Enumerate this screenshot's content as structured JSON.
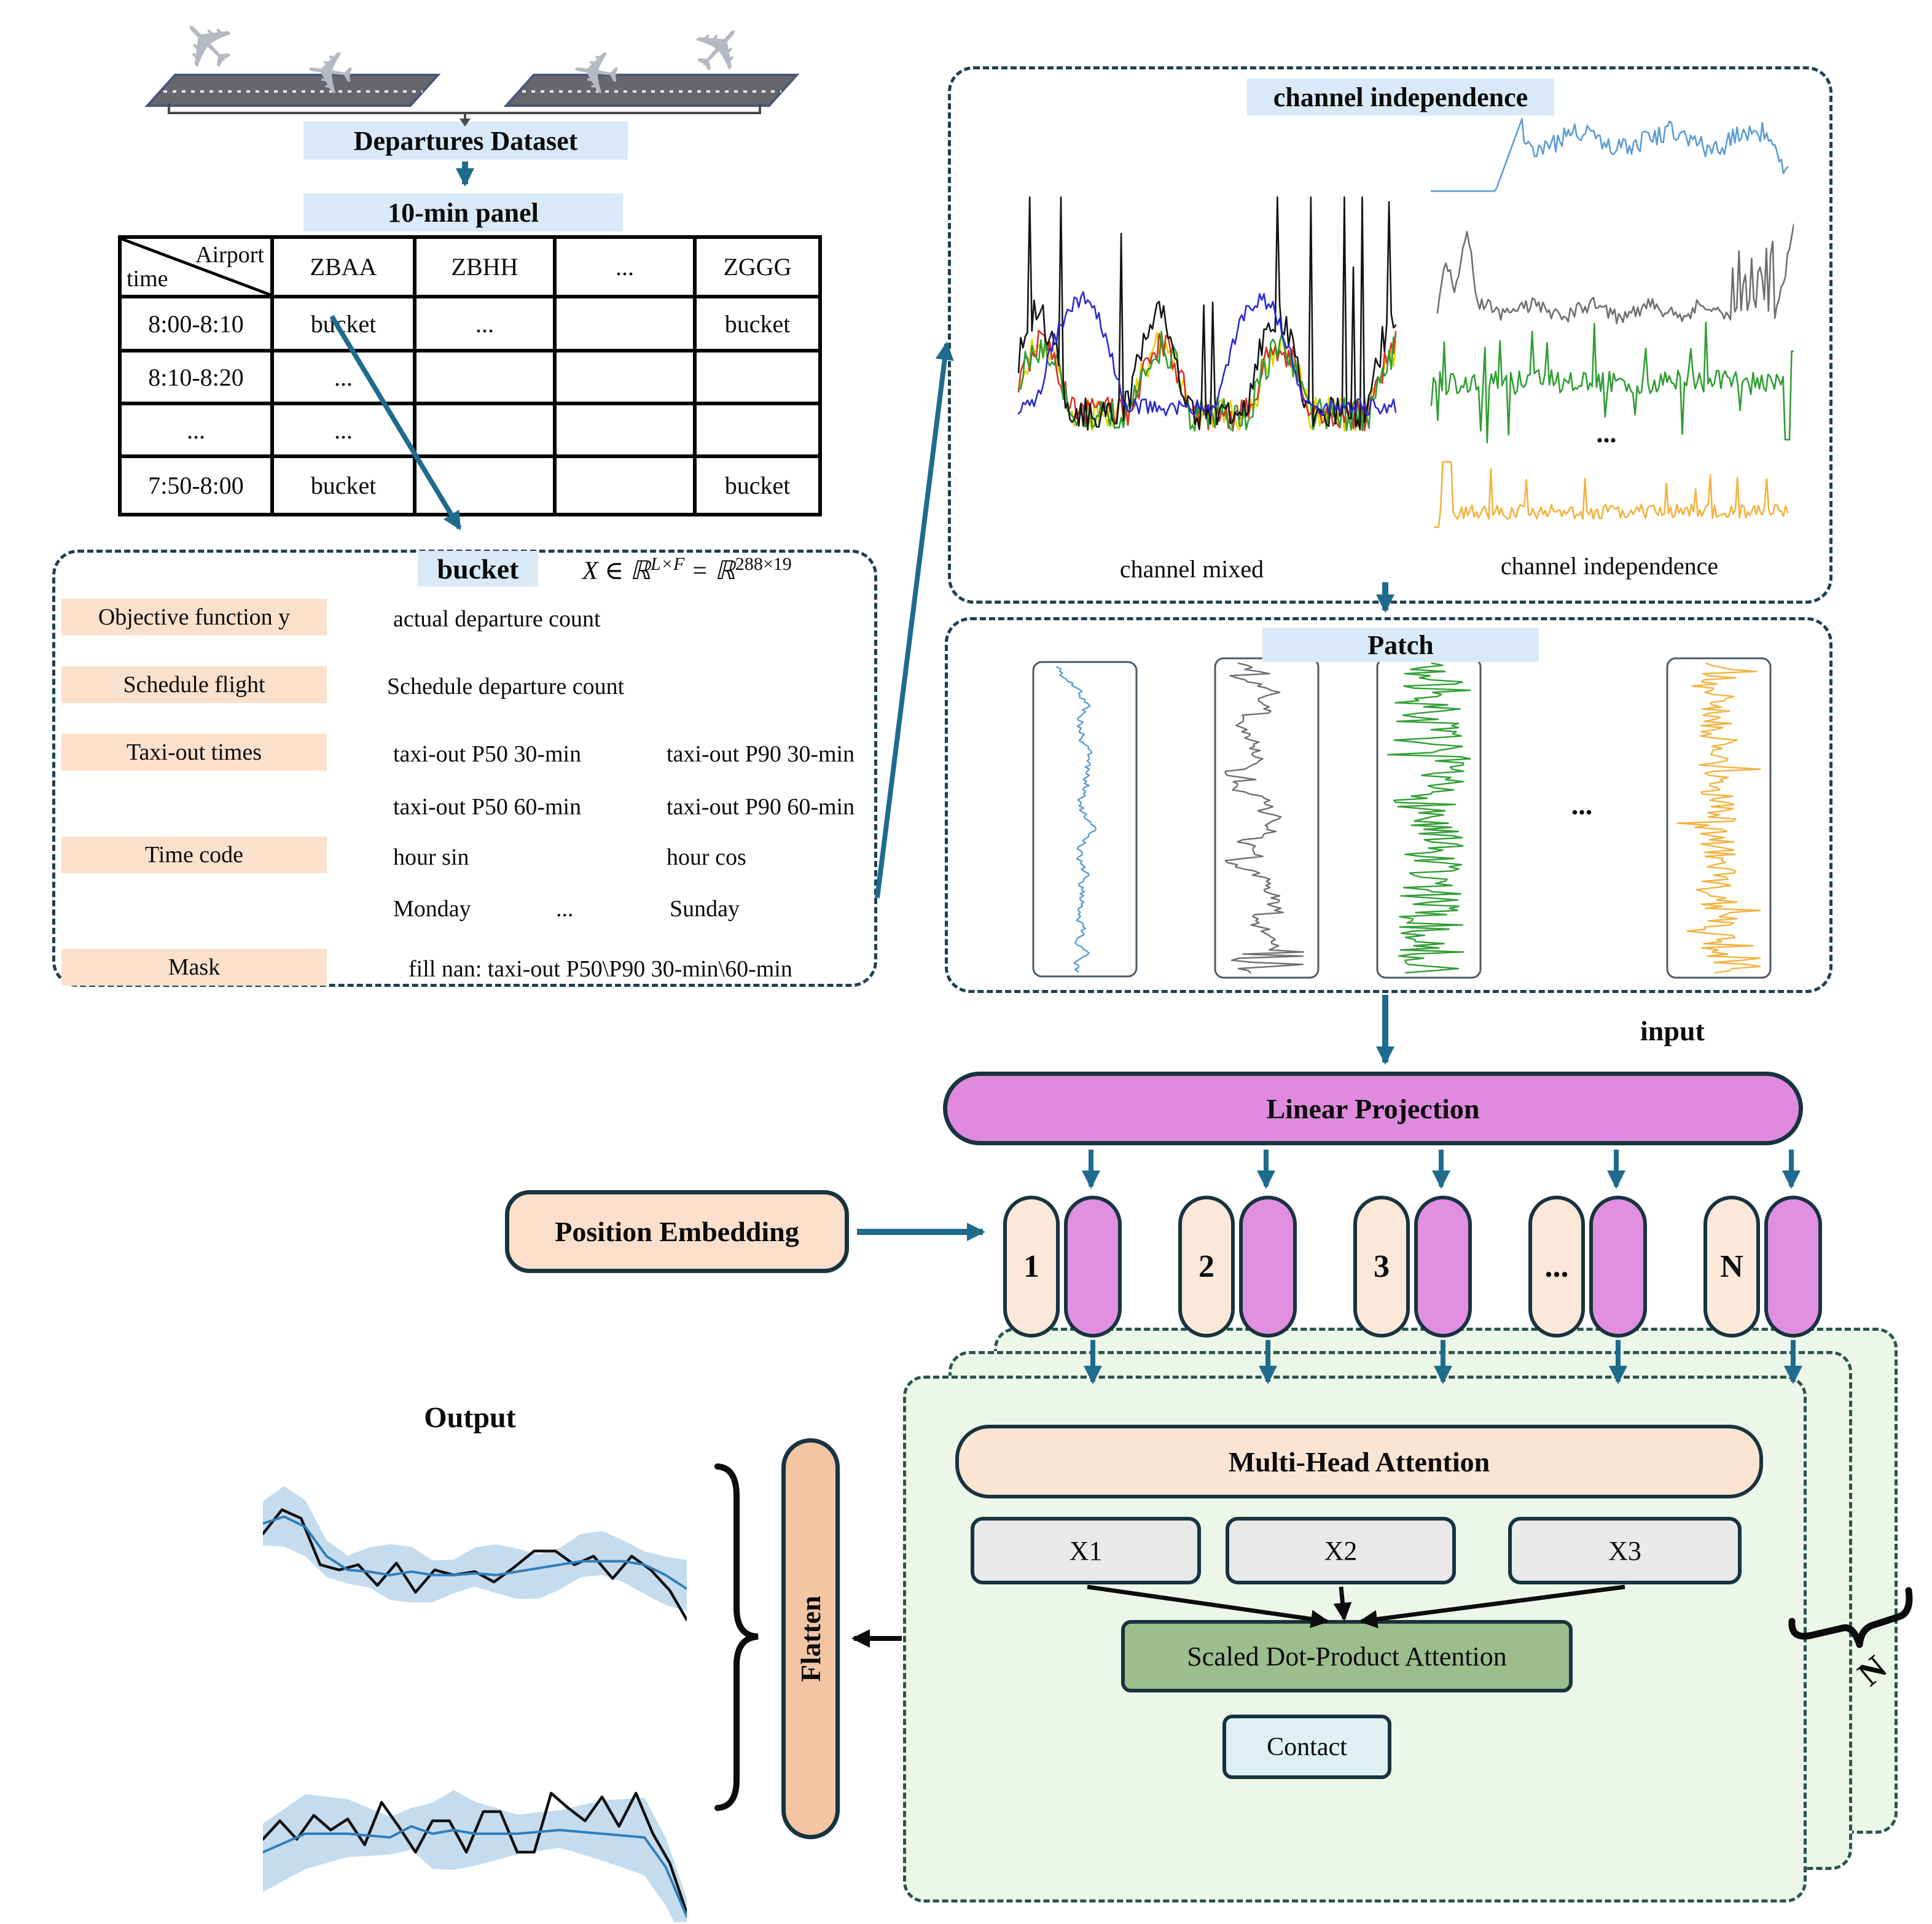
{
  "colors": {
    "teal_arrow": "#1f6b8d",
    "dash_border": "#1d4050",
    "title_fill": "#d9e9f7",
    "peach_fill": "#fbe0cc",
    "magenta": "#df8ade",
    "cream_pill": "#fce8d8",
    "green_panel": "#ecf6e9",
    "mha_fill": "#fce4d3",
    "head_fill": "#e9e9e9",
    "sdpa_fill": "#9cbd8c",
    "contact_fill": "#def0f2",
    "flatten_fill": "#f4c5a3",
    "band_blue": "#c5dcee",
    "line_blue": "#2e7ebd",
    "series": {
      "blue": "#5b9bd5",
      "gray": "#6e6e6e",
      "green": "#2f9e33",
      "orange": "#f2b23e",
      "black": "#141414",
      "red": "#d93025",
      "yellow": "#e3d400",
      "navy": "#2a2ad0"
    }
  },
  "header": {
    "departures_title": "Departures Dataset",
    "panel_title": "10-min panel"
  },
  "table": {
    "corner_top": "Airport",
    "corner_bottom": "time",
    "columns": [
      "ZBAA",
      "ZBHH",
      "...",
      "ZGGG"
    ],
    "rows": [
      {
        "time": "8:00-8:10",
        "cells": [
          "bucket",
          "...",
          "",
          "bucket"
        ]
      },
      {
        "time": "8:10-8:20",
        "cells": [
          "...",
          "",
          "",
          ""
        ]
      },
      {
        "time": "...",
        "cells": [
          "...",
          "",
          "",
          ""
        ]
      },
      {
        "time": "7:50-8:00",
        "cells": [
          "bucket",
          "",
          "",
          "bucket"
        ]
      }
    ]
  },
  "bucket": {
    "title": "bucket",
    "formula": {
      "lead": "X ∈ ℝ",
      "sup1": "L×F",
      "mid": " = ℝ",
      "sup2": "288×19"
    },
    "rows": [
      {
        "label": "Objective function y"
      },
      {
        "label": "Schedule flight"
      },
      {
        "label": "Taxi-out times"
      },
      {
        "label": "Time code"
      },
      {
        "label": "Mask"
      }
    ],
    "values": {
      "objective": "actual departure count",
      "schedule": "Schedule departure count",
      "taxi_1a": "taxi-out P50 30-min",
      "taxi_1b": "taxi-out P90 30-min",
      "taxi_2a": "taxi-out P50 60-min",
      "taxi_2b": "taxi-out P90 60-min",
      "time_1a": "hour sin",
      "time_1b": "hour cos",
      "time_2a": "Monday",
      "time_2dots": "...",
      "time_2b": "Sunday",
      "mask": "fill nan: taxi-out P50\\P90 30-min\\60-min"
    }
  },
  "channel_box": {
    "title": "channel independence",
    "label_mixed": "channel mixed",
    "label_independent": "channel independence",
    "dots": "..."
  },
  "patch_box": {
    "title": "Patch",
    "dots": "..."
  },
  "projection": {
    "input_label": "input",
    "linear_label": "Linear Projection",
    "position_label": "Position Embedding",
    "tokens": [
      "1",
      "2",
      "3",
      "...",
      "N"
    ]
  },
  "attention": {
    "mha_label": "Multi-Head Attention",
    "x_labels": [
      "X1",
      "X2",
      "X3"
    ],
    "sdpa_label": "Scaled Dot-Product Attention",
    "contact_label": "Contact",
    "repeat_label": "N"
  },
  "output": {
    "title": "Output",
    "flatten_label": "Flatten"
  }
}
